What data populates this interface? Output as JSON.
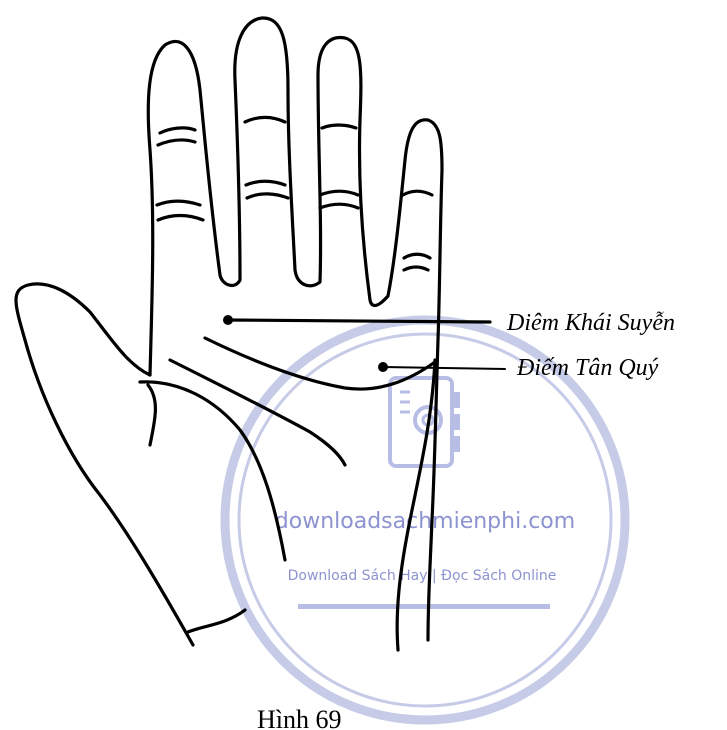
{
  "labels": {
    "diem_khai_suyen": "Diêm Khái Suyễn",
    "diem_tan_quy": "Điếm Tân Quý"
  },
  "caption": "Hình 69",
  "watermark": {
    "site": "downloadsachmienphi.com",
    "tagline": "Download Sách Hay | Đọc Sách Online",
    "icon": "notebook-at-icon",
    "color": "#8c93d0"
  }
}
